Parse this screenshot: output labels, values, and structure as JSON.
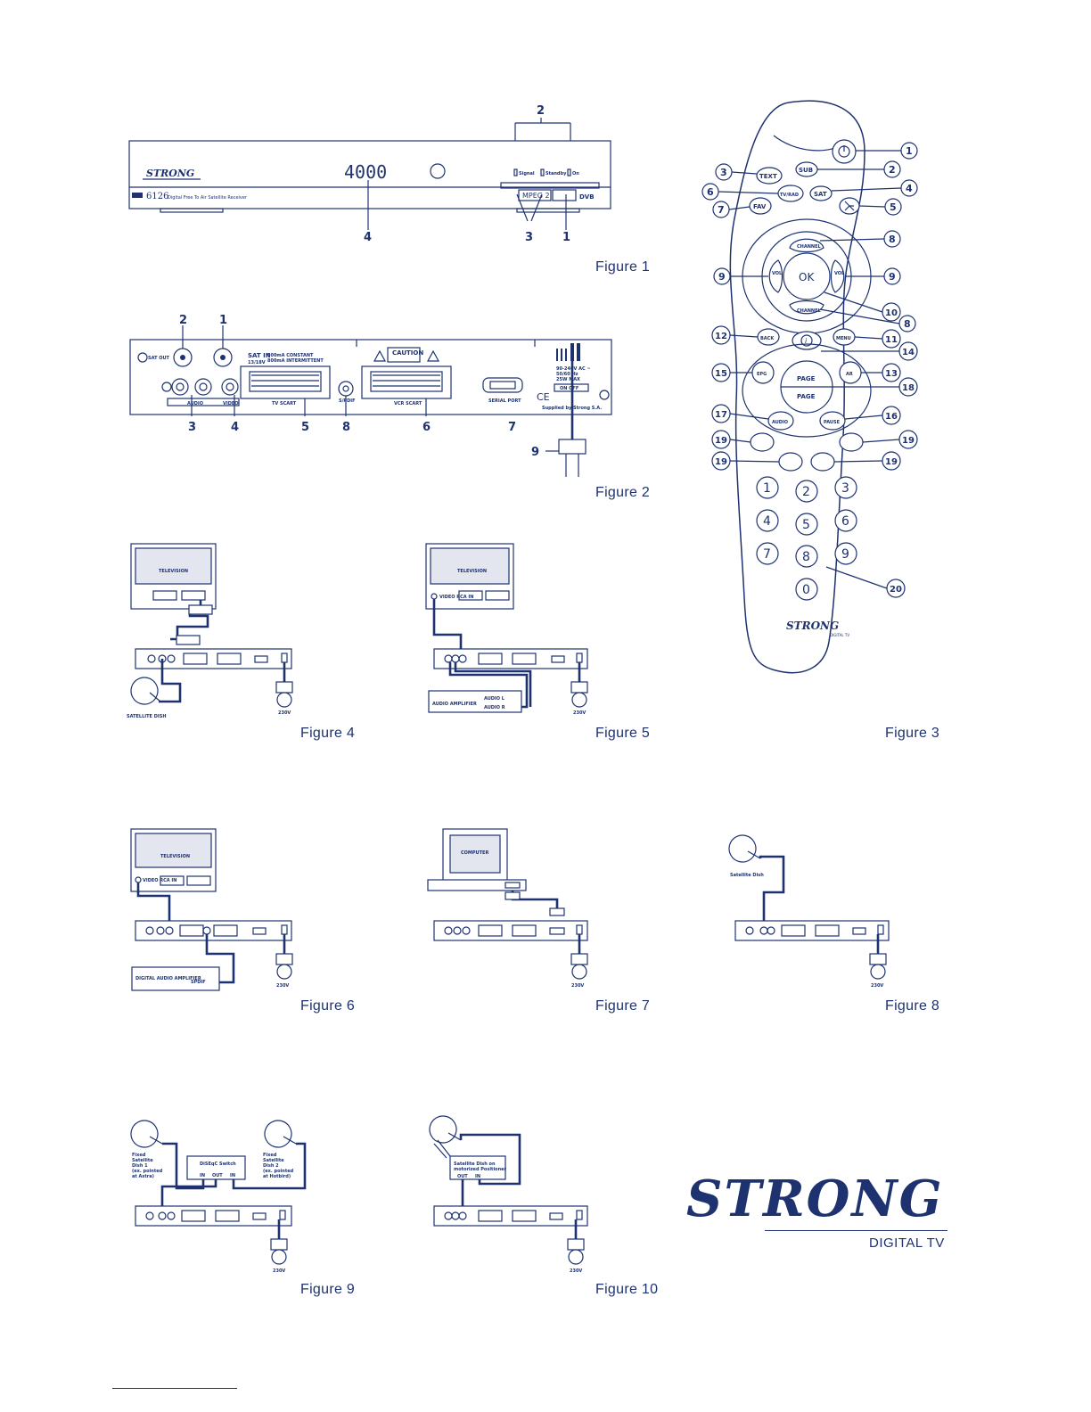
{
  "captions": {
    "fig1": "Figure 1",
    "fig2": "Figure 2",
    "fig3": "Figure 3",
    "fig4": "Figure 4",
    "fig5": "Figure 5",
    "fig6": "Figure 6",
    "fig7": "Figure 7",
    "fig8": "Figure 8",
    "fig9": "Figure 9",
    "fig10": "Figure 10"
  },
  "figure1": {
    "brand": "STRONG",
    "display": "4000",
    "model": "6126",
    "model_desc": "Digital Free To Air Satellite Receiver",
    "led_signal": "Signal",
    "led_standby": "Standby",
    "led_on": "On",
    "mpeg": "MPEG 2",
    "dvb": "DVB",
    "callouts": {
      "c1": "1",
      "c2": "2",
      "c3": "3",
      "c4": "4"
    }
  },
  "figure2": {
    "sat_out": "SAT OUT",
    "sat_in": "SAT IN",
    "sat_in_spec": "13/18V",
    "lnb1": "500mA CONSTANT",
    "lnb2": "800mA INTERMITTENT",
    "caution": "CAUTION",
    "audio": "AUDIO",
    "video": "VIDEO",
    "tv_scart": "TV SCART",
    "spdif": "S/PDIF",
    "vcr_scart": "VCR SCART",
    "serial_port": "SERIAL PORT",
    "ce": "CE",
    "power1": "90-240V AC ~",
    "power2": "50/60 Hz",
    "power3": "25W MAX",
    "power_sw": "ON  OFF",
    "made": "Supplied by Strong S.A.",
    "callouts": {
      "c1": "1",
      "c2": "2",
      "c3": "3",
      "c4": "4",
      "c5": "5",
      "c6": "6",
      "c7": "7",
      "c8": "8",
      "c9": "9"
    }
  },
  "remote": {
    "buttons": {
      "text": "TEXT",
      "sub": "SUB",
      "tvrad": "TV/RAD",
      "sat": "SAT",
      "fav": "FAV",
      "ok": "OK",
      "channel_up": "CHANNEL",
      "channel_down": "CHANNEL",
      "vol_l": "VOL",
      "vol_r": "VOL",
      "back": "BACK",
      "menu": "MENU",
      "info": "i",
      "epg": "EPG",
      "ar": "AR",
      "page_up": "PAGE",
      "page_down": "PAGE",
      "audio": "AUDIO",
      "pause": "PAUSE",
      "n1": "1",
      "n2": "2",
      "n3": "3",
      "n4": "4",
      "n5": "5",
      "n6": "6",
      "n7": "7",
      "n8": "8",
      "n9": "9",
      "n0": "0"
    },
    "brand": "STRONG",
    "brand_sub": "DIGITAL TV",
    "callouts": {
      "c1": "1",
      "c2": "2",
      "c3": "3",
      "c4": "4",
      "c5": "5",
      "c6": "6",
      "c7": "7",
      "c8a": "8",
      "c8b": "8",
      "c9a": "9",
      "c9b": "9",
      "c10": "10",
      "c11": "11",
      "c12": "12",
      "c13": "13",
      "c14": "14",
      "c15": "15",
      "c16": "16",
      "c17": "17",
      "c18": "18",
      "c19a": "19",
      "c19b": "19",
      "c19c": "19",
      "c19d": "19",
      "c20": "20"
    }
  },
  "figure4": {
    "tv": "TELEVISION",
    "dish": "SATELLITE DISH",
    "mains": "230V"
  },
  "figure5": {
    "tv": "TELEVISION",
    "video_in": "VIDEO RCA IN",
    "amp": "AUDIO AMPLIFIER",
    "audio_l": "AUDIO L",
    "audio_r": "AUDIO R",
    "mains": "230V"
  },
  "figure6": {
    "tv": "TELEVISION",
    "video_in": "VIDEO RCA IN",
    "amp": "DIGITAL AUDIO AMPLIFIER",
    "spdif": "SPDIF",
    "mains": "230V"
  },
  "figure7": {
    "computer": "COMPUTER",
    "mains": "230V"
  },
  "figure8": {
    "dish": "Satellite Dish",
    "mains": "230V"
  },
  "figure9": {
    "dish1_l1": "Fixed",
    "dish1_l2": "Satellite",
    "dish1_l3": "Dish 1",
    "dish1_l4": "(ex. pointed",
    "dish1_l5": "at Astra)",
    "dish2_l1": "Fixed",
    "dish2_l2": "Satellite",
    "dish2_l3": "Dish 2",
    "dish2_l4": "(ex. pointed",
    "dish2_l5": "at Hotbird)",
    "switch": "DiSEqC Switch",
    "in1": "IN",
    "out": "OUT",
    "in2": "IN",
    "mains": "230V"
  },
  "figure10": {
    "box_l1": "Satellite Dish on",
    "box_l2": "motorized Positioner",
    "out": "OUT",
    "in": "IN",
    "mains": "230V"
  },
  "logo": {
    "word": "STRONG",
    "sub": "DIGITAL TV"
  }
}
